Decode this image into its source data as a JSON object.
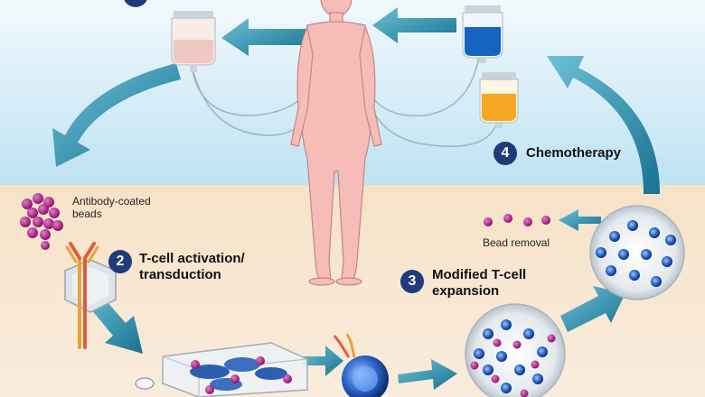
{
  "labels": {
    "antibody_beads_line1": "Antibody-coated",
    "antibody_beads_line2": "beads",
    "bead_removal": "Bead removal"
  },
  "steps": [
    {
      "number": "2",
      "title_line1": "T-cell activation/",
      "title_line2": "transduction"
    },
    {
      "number": "3",
      "title_line1": "Modified T-cell",
      "title_line2": "expansion"
    },
    {
      "number": "4",
      "title_line1": "Chemotherapy",
      "title_line2": ""
    }
  ],
  "colors": {
    "sky": "#cfe8f6",
    "ground": "#f4ddc0",
    "arrow": "#1f7f9c",
    "body": "#f6b9b5",
    "bead": "#b01f86",
    "step_circle": "#1e3b7a",
    "cell_blue": "#2d5fb0",
    "bag_blue": "#1565c0",
    "bag_orange": "#f5a623"
  },
  "icons": [
    "iv-bag-icon",
    "human-figure-icon",
    "antibody-icon",
    "culture-flask-icon",
    "t-cell-icon"
  ]
}
